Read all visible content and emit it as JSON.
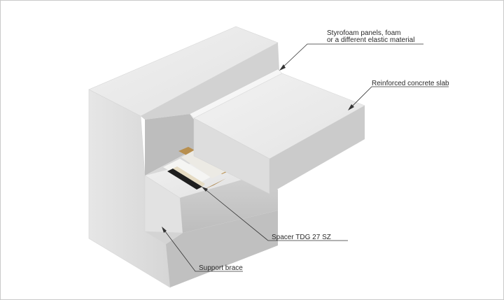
{
  "labels": {
    "styrofoam_line1": "Styrofoam panels, foam",
    "styrofoam_line2": "or a different elastic material",
    "slab": "Reinforced concrete slab",
    "spacer": "Spacer TDG 27 SZ",
    "brace": "Support brace"
  },
  "colors": {
    "frame_border": "#c9c9c9",
    "concrete_light": "#eeeeee",
    "concrete_mid": "#dcdcdc",
    "concrete_dark": "#c4c4c4",
    "wood": "#b88f4e",
    "rubber": "#1e1e1e",
    "leader": "#333333"
  }
}
